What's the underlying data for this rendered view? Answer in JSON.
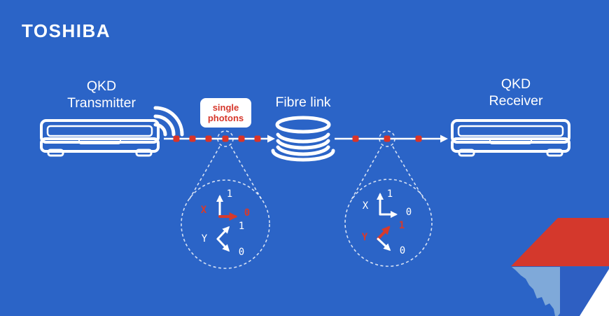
{
  "brand": {
    "logo": "TOSHIBA"
  },
  "nodes": {
    "transmitter": {
      "line1": "QKD",
      "line2": "Transmitter"
    },
    "fibre": {
      "label": "Fibre link"
    },
    "receiver": {
      "line1": "QKD",
      "line2": "Receiver"
    }
  },
  "badge": {
    "line1": "single",
    "line2": "photons"
  },
  "links": {
    "transmitter_to_fibre": {
      "photon_count": 6,
      "magnified_photon_index": 4
    },
    "fibre_to_receiver": {
      "photon_count": 3,
      "magnified_photon_index": 2
    }
  },
  "callouts": {
    "left": {
      "x_label": "X",
      "x_bit_up": "1",
      "x_bit_right": "0",
      "y_label": "Y",
      "y_bit_up": "1",
      "y_bit_down": "0",
      "highlighted_basis": "X",
      "highlighted_bit": "0"
    },
    "right": {
      "x_label": "X",
      "x_bit_up": "1",
      "x_bit_right": "0",
      "y_label": "Y",
      "y_bit_up": "1",
      "y_bit_down": "0",
      "highlighted_basis": "Y",
      "highlighted_bit": "1"
    }
  },
  "icons": {
    "transmitter_device": "qkd-appliance-icon",
    "receiver_device": "qkd-appliance-icon",
    "emission": "wifi-arcs-icon",
    "fibre_spool": "fibre-coil-icon",
    "corner": "brand-corner-graphic"
  },
  "colors": {
    "background": "#2b64c7",
    "accent_red": "#d93428",
    "badge_text_red": "#d6372b",
    "corner_red": "#d4382c",
    "corner_light_blue": "#7fa9d9",
    "corner_dark_blue": "#2e5fc2",
    "white": "#ffffff"
  }
}
